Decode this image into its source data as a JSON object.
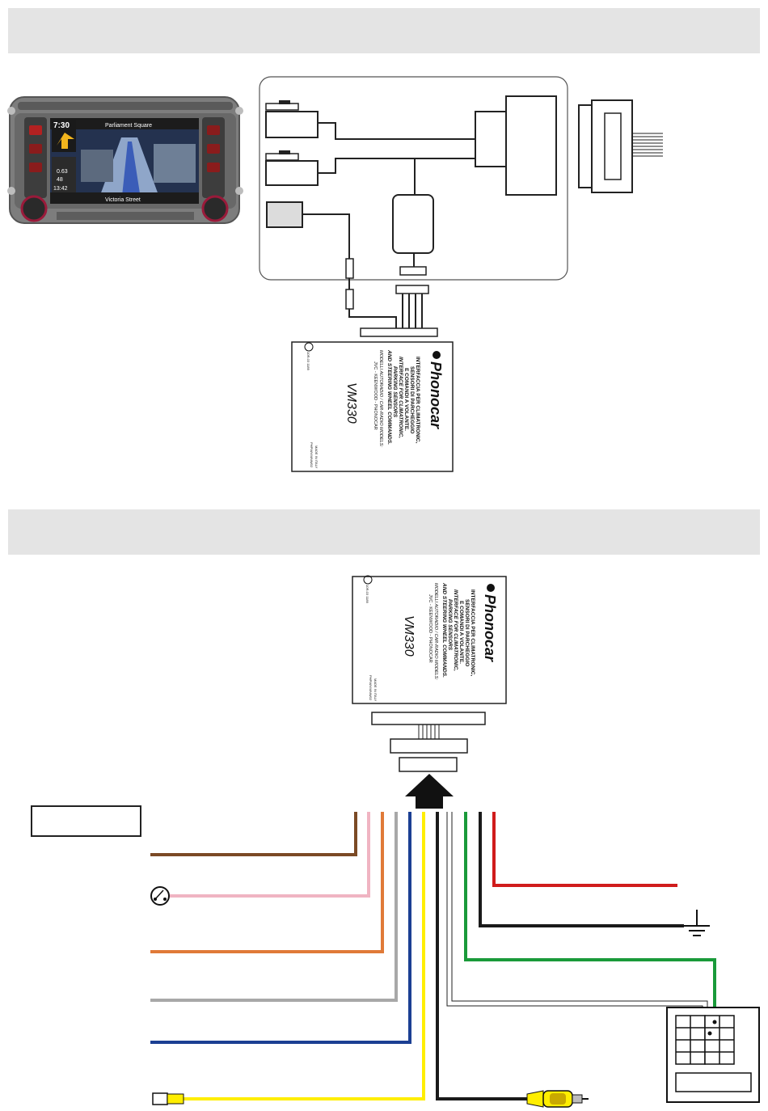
{
  "unit_label": {
    "brand": "Phonocar",
    "lines": [
      "INTERFACCIA PER CLIMATRONIC,",
      "SENSORI DI PARCHEGGIO",
      "E COMANDI A VOLANTE.",
      "INTERFACE FOR CLIMATRONIC,",
      "PARKING SENSORS",
      "AND STEERING WHEEL COMMANDS.",
      "MODELLI AUTORADIO / CAR-RADIO MODELS:",
      "JVC - KEENWOOD - PHONOCAR"
    ],
    "model": "VM330",
    "ce_code": "10R-03 1189",
    "made_in": "MADE IN ITALY",
    "part_code": "PHPM/VM/NN/02"
  },
  "radio_screen": {
    "time": "7:30",
    "street_top": "Parliament Square",
    "street_bottom": "Victoria Street",
    "dist1": "0.63",
    "dist2": "48",
    "clock": "13:42"
  },
  "colors": {
    "brown": "#7b4a25",
    "pink": "#f0b4c2",
    "orange": "#e07a38",
    "grey": "#a8a8a8",
    "blue": "#1b3f93",
    "yellow": "#ffee00",
    "black": "#1a1a1a",
    "green": "#1a9a3a",
    "red": "#d01c1c",
    "band": "#e4e4e4"
  },
  "icons": [
    "switch-icon",
    "ground-icon",
    "rca-connector-icon",
    "arrow-up-icon",
    "ce-mark-icon"
  ]
}
